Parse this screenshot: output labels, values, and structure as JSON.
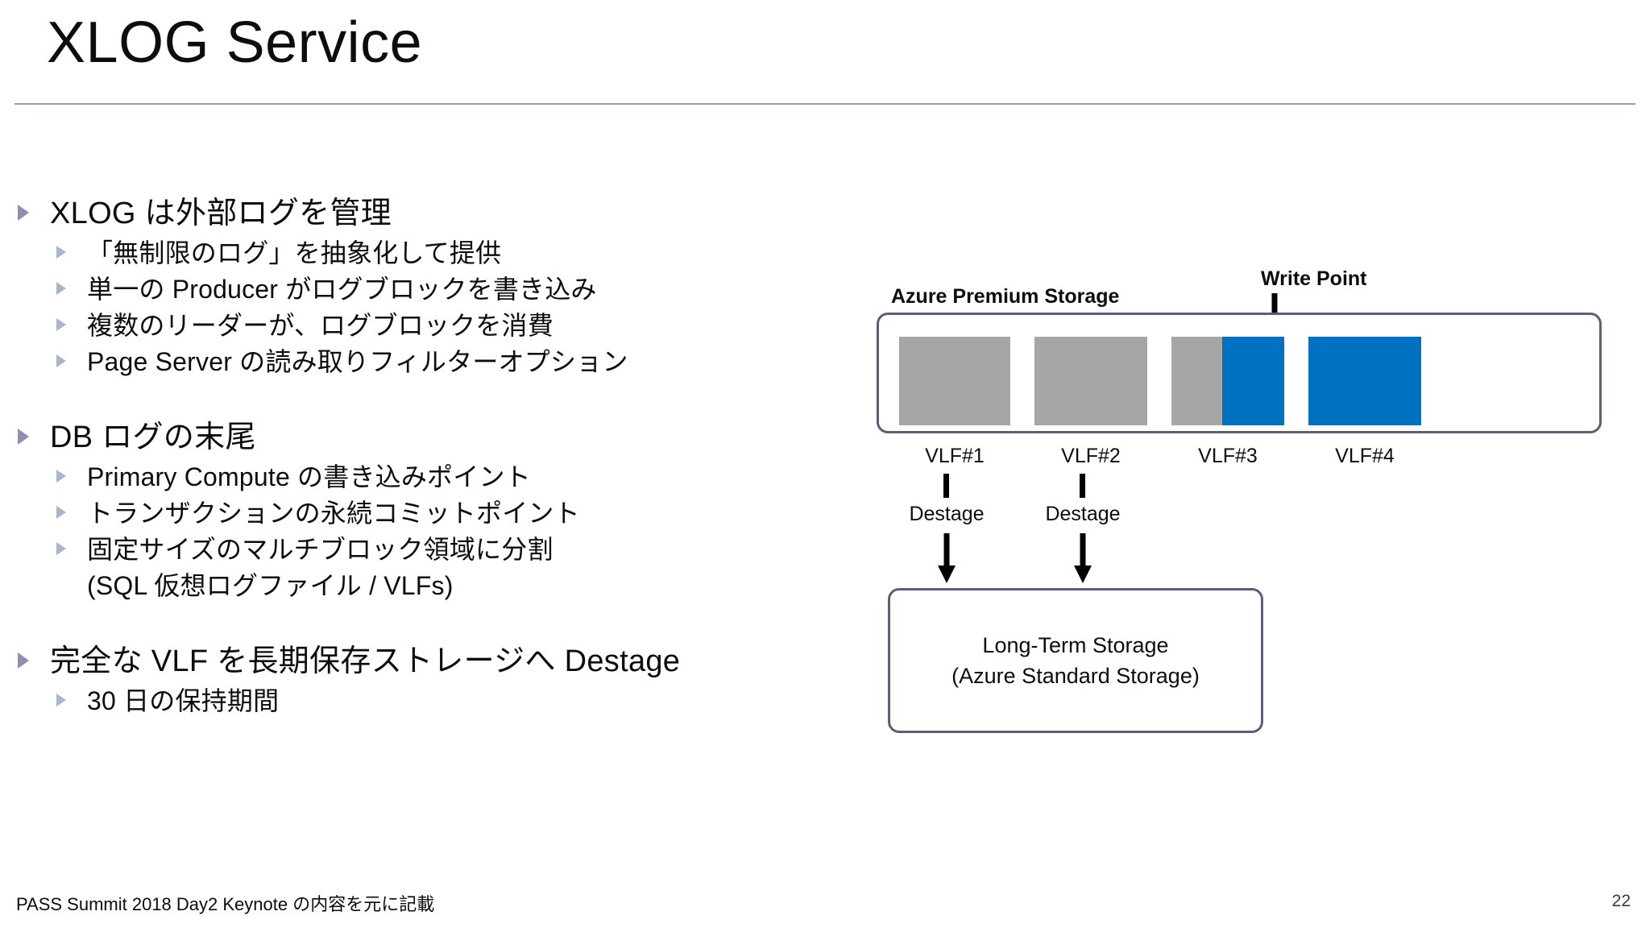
{
  "slide": {
    "title": "XLOG Service",
    "page_number": "22",
    "footer_note": "PASS Summit 2018 Day2 Keynote の内容を元に記載",
    "accent_rule_color": "#9a9ab8"
  },
  "bullets": [
    {
      "level": 1,
      "text": "XLOG は外部ログを管理",
      "children": [
        {
          "level": 2,
          "text": "「無制限のログ」を抽象化して提供"
        },
        {
          "level": 2,
          "text": "単一の Producer がログブロックを書き込み"
        },
        {
          "level": 2,
          "text": "複数のリーダーが、ログブロックを消費"
        },
        {
          "level": 2,
          "text": "Page Server の読み取りフィルターオプション"
        }
      ]
    },
    {
      "level": 1,
      "text": "DB ログの末尾",
      "children": [
        {
          "level": 2,
          "text": "Primary Compute の書き込みポイント"
        },
        {
          "level": 2,
          "text": "トランザクションの永続コミットポイント"
        },
        {
          "level": 2,
          "text": "固定サイズのマルチブロック領域に分割\n(SQL 仮想ログファイル / VLFs)"
        }
      ]
    },
    {
      "level": 1,
      "text": "完全な VLF を長期保存ストレージへ Destage",
      "children": [
        {
          "level": 2,
          "text": "30 日の保持期間"
        }
      ]
    }
  ],
  "diagram": {
    "write_point_label": "Write Point",
    "premium_storage_label": "Azure Premium Storage",
    "colors": {
      "used_gray": "#a6a6a6",
      "active_blue": "#0070c0",
      "box_border": "#5d5d7a"
    },
    "vlfs": [
      {
        "name": "VLF#1",
        "gray_pct": 100,
        "blue_pct": 0
      },
      {
        "name": "VLF#2",
        "gray_pct": 100,
        "blue_pct": 0
      },
      {
        "name": "VLF#3",
        "gray_pct": 45,
        "blue_pct": 55
      },
      {
        "name": "VLF#4",
        "gray_pct": 0,
        "blue_pct": 100
      }
    ],
    "destage_labels": [
      "Destage",
      "Destage"
    ],
    "long_term_storage_text": "Long-Term Storage\n(Azure Standard Storage)"
  }
}
